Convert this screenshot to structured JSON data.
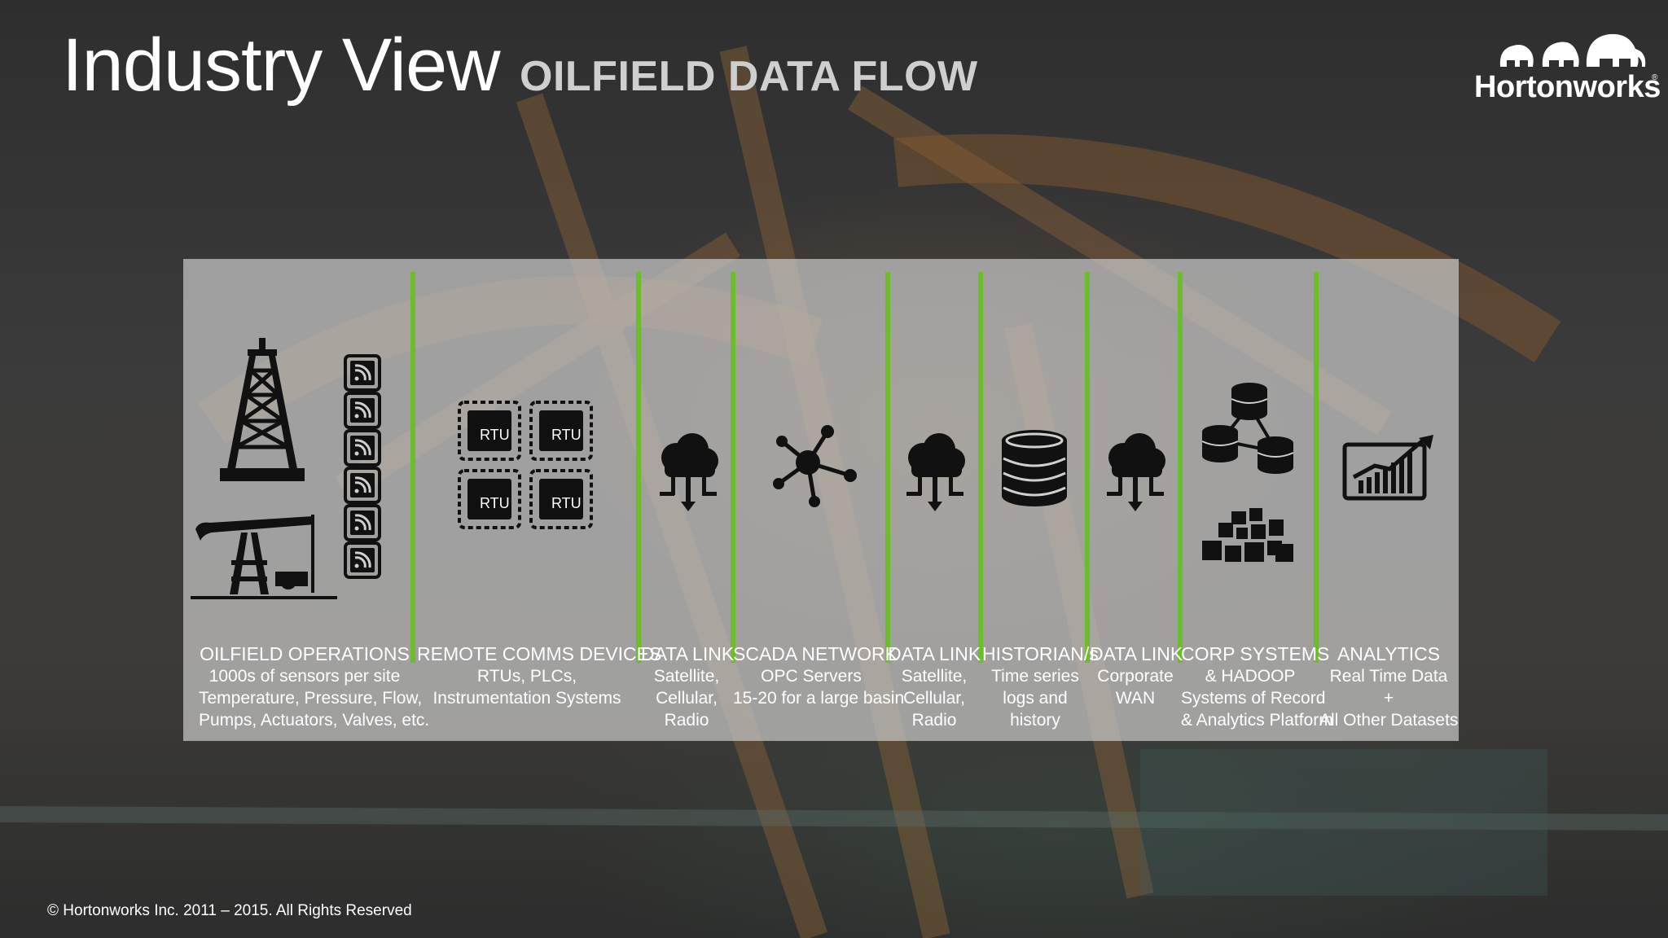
{
  "slide": {
    "title": "Industry View",
    "subtitle": "OILFIELD DATA FLOW",
    "logo_text": "Hortonworks",
    "logo_reg": "®",
    "footer": "© Hortonworks Inc. 2011 – 2015. All Rights Reserved"
  },
  "colors": {
    "divider": "#6bbd2b",
    "panel": "#c8c8c8",
    "text": "#ffffff"
  },
  "stages": [
    {
      "heading": "OILFIELD OPERATIONS",
      "lines": [
        "1000s of sensors per site",
        "Temperature, Pressure, Flow,",
        "Pumps, Actuators, Valves, etc."
      ],
      "icon": "oil-derrick-pumpjack-sensors-icon"
    },
    {
      "heading": "REMOTE COMMS DEVICES",
      "lines": [
        "RTUs, PLCs,",
        "Instrumentation Systems"
      ],
      "icon": "rtu-chips-icon",
      "chip_label": "RTU"
    },
    {
      "heading": "DATA LINK",
      "lines": [
        "Satellite,",
        "Cellular,",
        "Radio"
      ],
      "icon": "cloud-network-icon"
    },
    {
      "heading": "SCADA NETWORK",
      "lines": [
        "OPC Servers",
        "15-20 for a large basin"
      ],
      "icon": "network-hub-icon"
    },
    {
      "heading": "DATA LINK",
      "lines": [
        "Satellite,",
        "Cellular,",
        "Radio"
      ],
      "icon": "cloud-network-icon"
    },
    {
      "heading": "HISTORIAN/s",
      "lines": [
        "Time series",
        "logs and",
        "history"
      ],
      "icon": "database-icon"
    },
    {
      "heading": "DATA LINK",
      "lines": [
        "Corporate",
        "WAN"
      ],
      "icon": "cloud-network-icon"
    },
    {
      "heading": "CORP SYSTEMS",
      "lines": [
        "& HADOOP",
        "Systems of Record",
        "& Analytics Platform"
      ],
      "icon": "databases-and-blocks-icon"
    },
    {
      "heading": "ANALYTICS",
      "lines": [
        "Real Time Data",
        "+",
        "All Other Datasets"
      ],
      "icon": "rising-chart-icon"
    }
  ]
}
